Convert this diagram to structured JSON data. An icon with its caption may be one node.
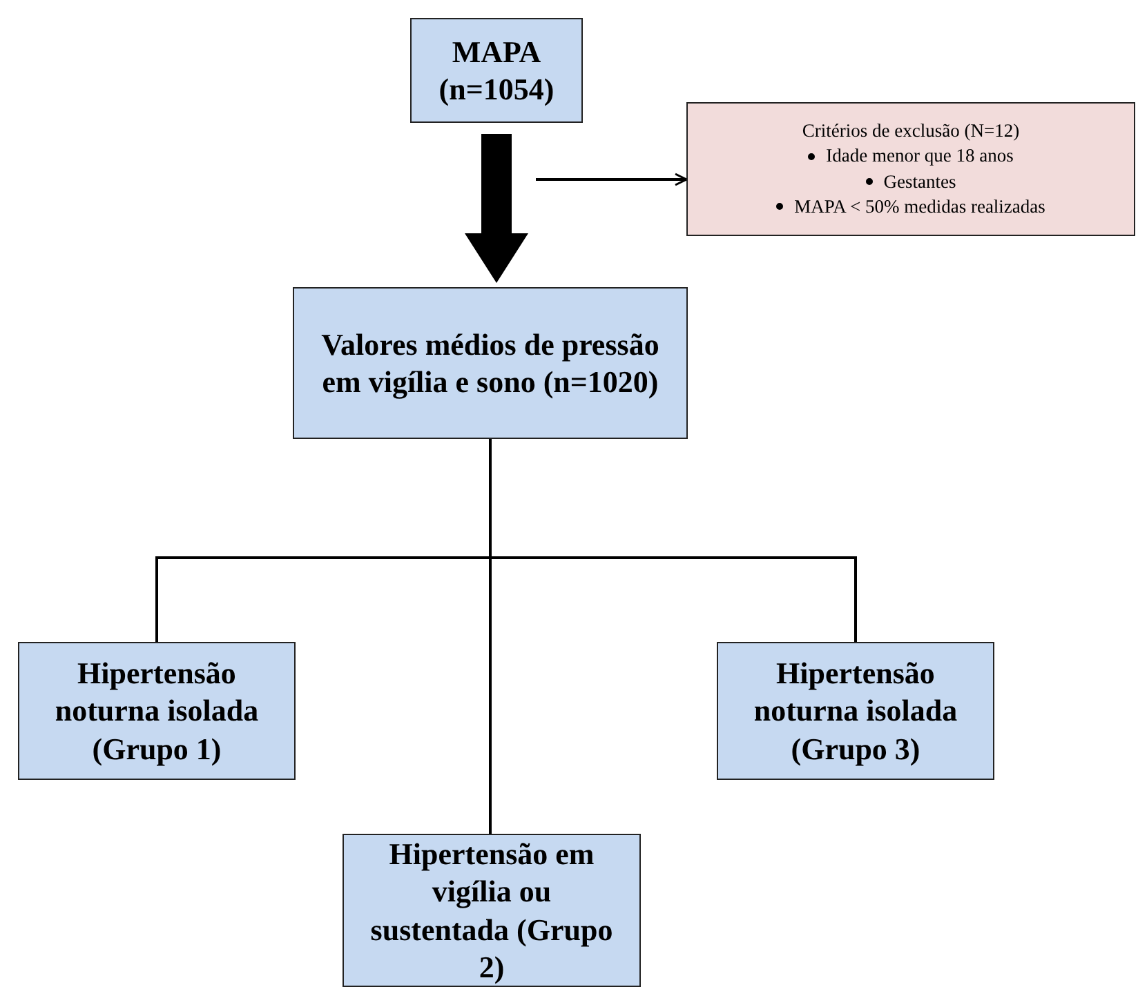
{
  "diagram": {
    "nodes": [
      {
        "text": [
          "MAPA (n=1054)"
        ]
      },
      {
        "text": [
          "Critérios de exclusão (N=12)",
          "Idade menor que 18 anos",
          "Gestantes",
          "MAPA < 50% medidas realizadas"
        ]
      },
      {
        "text": [
          "Valores médios de pressão em vigília e sono (n=1020)"
        ]
      },
      {
        "text": [
          "Hipertensão noturna isolada (Grupo 1)"
        ]
      },
      {
        "text": [
          "Hipertensão noturna isolada (Grupo 3)"
        ]
      },
      {
        "text": [
          "Hipertensão em vigília ou sustentada (Grupo 2)"
        ]
      }
    ],
    "edges": [
      {
        "from": 0,
        "to": 2,
        "arrow": "to",
        "style": "thick"
      },
      {
        "from": null,
        "to": 1,
        "arrow": "to"
      },
      {
        "from": 2,
        "to": 3,
        "arrow": "none"
      },
      {
        "from": 2,
        "to": 4,
        "arrow": "none"
      },
      {
        "from": 2,
        "to": 5,
        "arrow": "none"
      }
    ]
  }
}
